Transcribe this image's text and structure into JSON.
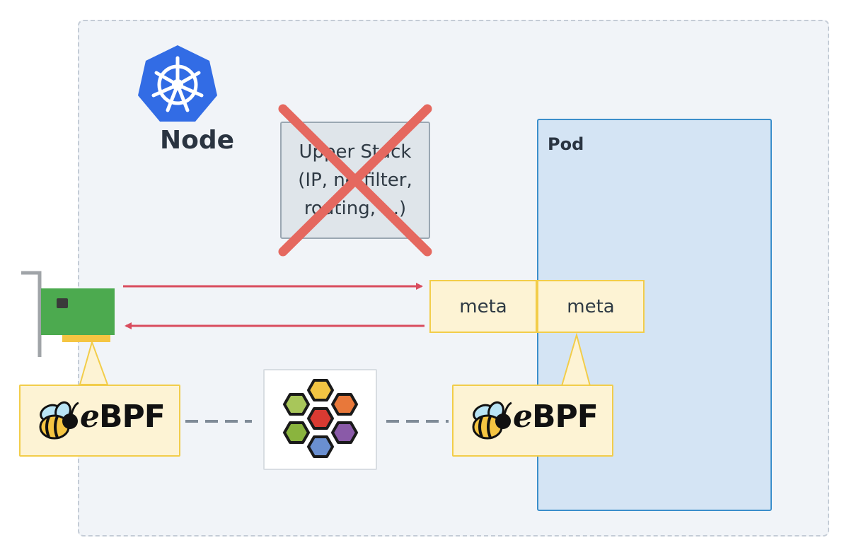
{
  "node": {
    "label": "Node"
  },
  "pod": {
    "label": "Pod"
  },
  "upper_stack": {
    "text": "Upper Stack\n(IP, netfilter,\nrouting, ...)"
  },
  "meta": {
    "left_label": "meta",
    "right_label": "meta"
  },
  "ebpf": {
    "left_e": "e",
    "left_rest": "BPF",
    "right_e": "e",
    "right_rest": "BPF"
  },
  "colors": {
    "node_bg": "#f1f4f8",
    "pod_bg": "#d4e4f4",
    "pod_border": "#3b8ecb",
    "arrow": "#d94c5e",
    "cross": "#e5685f",
    "meta_bg": "#fdf3d4",
    "meta_border": "#f2cd4a",
    "k8s_blue": "#326ce5",
    "nic_green": "#4caa4f"
  },
  "icons": [
    "kubernetes-icon",
    "nic-card-icon",
    "bee-icon",
    "cilium-logo-icon",
    "cross-out-icon"
  ]
}
